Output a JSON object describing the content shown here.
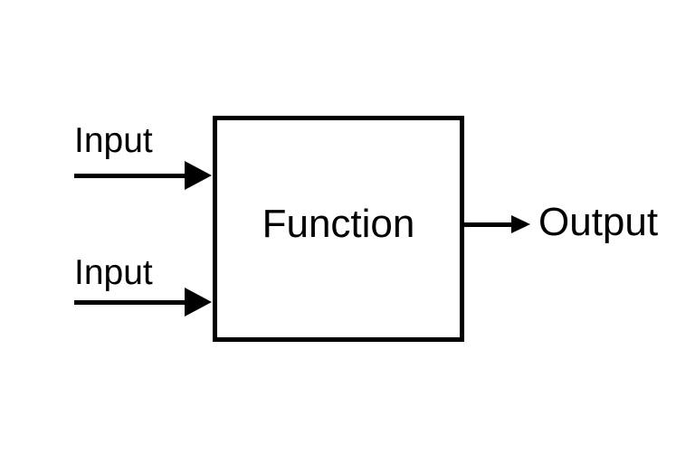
{
  "diagram": {
    "title": "",
    "background_color": "#ffffff",
    "stroke_color": "#000000",
    "box": {
      "label": "Function"
    },
    "inputs": [
      {
        "label": "Input"
      },
      {
        "label": "Input"
      }
    ],
    "output": {
      "label": "Output"
    }
  }
}
